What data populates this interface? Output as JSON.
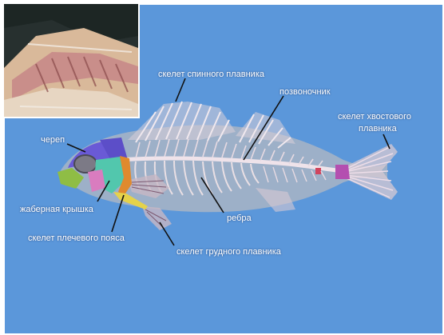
{
  "labels": {
    "dorsal": "скелет спинного плавника",
    "spine": "позвоночник",
    "tail_line1": "скелет хвостового",
    "tail_line2": "плавника",
    "skull": "череп",
    "gill": "жаберная крышка",
    "shoulder": "скелет плечевого пояса",
    "ribs": "ребра",
    "pectoral": "скелет грудного плавника"
  },
  "colors": {
    "background": "#5b97da",
    "bone": "#e9dfe4",
    "body": "#a9b4c4",
    "leader": "#111111"
  }
}
